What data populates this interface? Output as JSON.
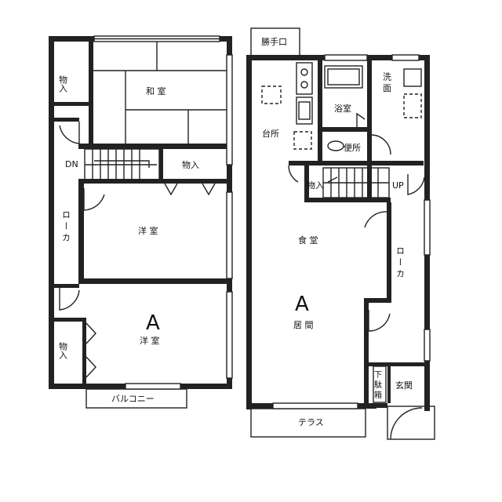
{
  "labels": {
    "left_storage_top": "物入",
    "washitsu": "和 室",
    "dn": "DN",
    "left_storage_mid": "物入",
    "left_roka": "ロ ー カ",
    "youshitsu_upper": "洋 室",
    "left_storage_bottom": "物入",
    "unit_left": "A",
    "youshitsu_lower": "洋 室",
    "balcony": "バルコニー",
    "katteguchi": "勝手口",
    "sentaku": "洗 面",
    "yokushitsu": "浴室",
    "daidokoro": "台所",
    "benjo": "便所",
    "right_storage": "物入",
    "up": "UP",
    "shokudo": "食 堂",
    "right_roka": "ロ ー カ",
    "unit_right": "A",
    "ima": "居 間",
    "getabako": "下 駄 箱",
    "genkan": "玄関",
    "terrace": "テラス"
  }
}
